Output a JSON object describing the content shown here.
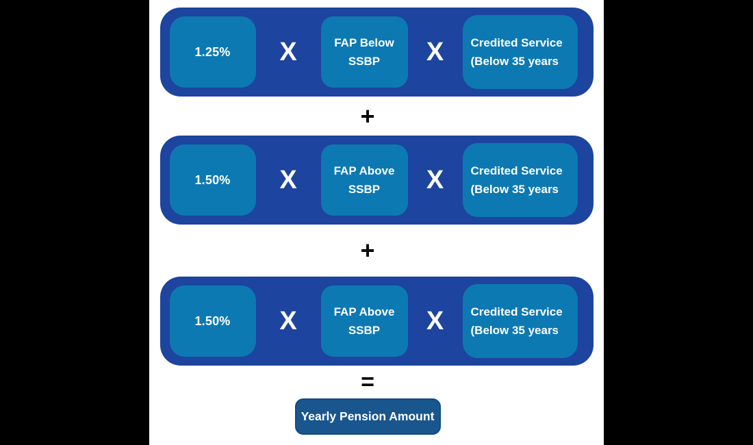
{
  "diagram": {
    "rows": [
      {
        "percent": "1.25%",
        "fap_line1": "FAP Below",
        "fap_line2": "SSBP",
        "service_line1": "Credited Service",
        "service_line2": "(Below 35 years"
      },
      {
        "percent": "1.50%",
        "fap_line1": "FAP Above",
        "fap_line2": "SSBP",
        "service_line1": "Credited Service",
        "service_line2": "(Below 35 years"
      },
      {
        "percent": "1.50%",
        "fap_line1": "FAP Above",
        "fap_line2": "SSBP",
        "service_line1": "Credited Service",
        "service_line2": "(Below 35 years"
      }
    ],
    "operators": {
      "times": "X",
      "plus": "+",
      "equals": "="
    },
    "result_label": "Yearly Pension Amount"
  },
  "colors": {
    "page_bg": "#000000",
    "canvas_bg": "#ffffff",
    "row_bg": "#1d449e",
    "cell_bg": "#0d79b3",
    "result_bg": "#1a568e",
    "result_border": "#144a80",
    "operator_text": "#0b0b0b",
    "text_on_blue": "#ffffff"
  }
}
